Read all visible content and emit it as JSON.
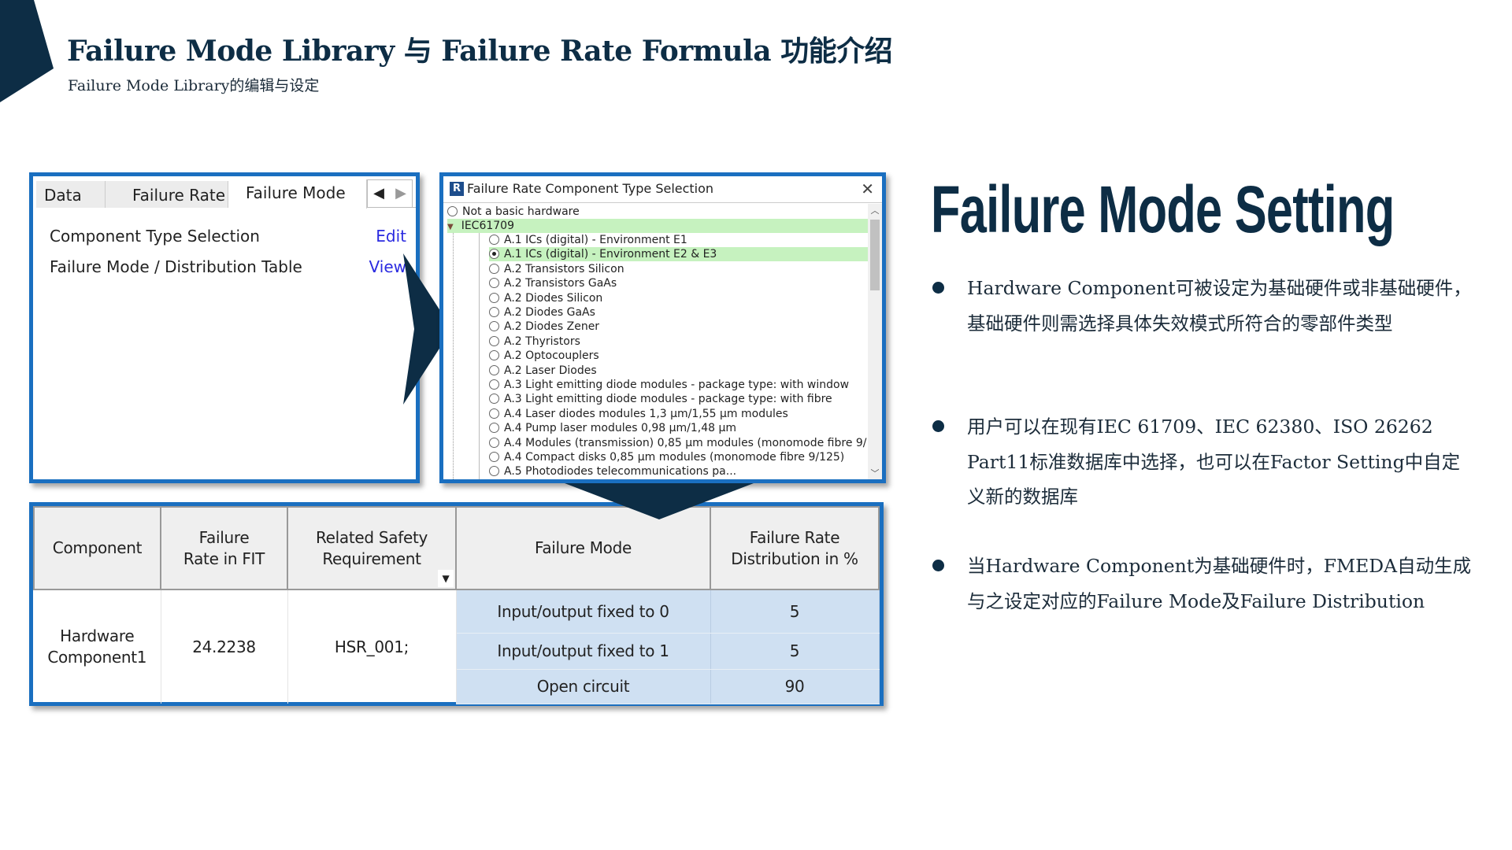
{
  "header": {
    "title": "Failure Mode Library 与 Failure Rate Formula 功能介绍",
    "subtitle": "Failure Mode Library的编辑与设定"
  },
  "left_panel": {
    "tabs": [
      {
        "label": "Data"
      },
      {
        "label": "Failure Rate"
      },
      {
        "label": "Failure Mode",
        "active": true
      }
    ],
    "rows": [
      {
        "label": "Component Type Selection",
        "action": "Edit"
      },
      {
        "label": "Failure Mode / Distribution Table",
        "action": "View"
      }
    ]
  },
  "dialog": {
    "title": "Failure Rate Component Type Selection",
    "logo": "R",
    "root_item": "Not a basic hardware",
    "group": "IEC61709",
    "items": [
      {
        "label": "A.1 ICs (digital) - Environment E1"
      },
      {
        "label": "A.1 ICs (digital) - Environment E2 & E3",
        "selected": true
      },
      {
        "label": "A.2 Transistors Silicon"
      },
      {
        "label": "A.2 Transistors GaAs"
      },
      {
        "label": "A.2 Diodes Silicon"
      },
      {
        "label": "A.2 Diodes GaAs"
      },
      {
        "label": "A.2 Diodes Zener"
      },
      {
        "label": "A.2 Thyristors"
      },
      {
        "label": "A.2 Optocouplers"
      },
      {
        "label": "A.2 Laser Diodes"
      },
      {
        "label": "A.3 Light emitting diode modules - package type: with window"
      },
      {
        "label": "A.3 Light emitting diode modules - package type: with fibre"
      },
      {
        "label": "A.4 Laser diodes modules 1,3 µm/1,55 µm modules"
      },
      {
        "label": "A.4 Pump laser modules 0,98 µm/1,48 µm"
      },
      {
        "label": "A.4 Modules (transmission)  0,85 µm modules (monomode fibre 9/..."
      },
      {
        "label": "A.4 Compact disks 0,85 µm modules (monomode fibre 9/125)"
      },
      {
        "label": "A.5 Photodiodes                                        telecommunications pa..."
      }
    ]
  },
  "table": {
    "headers": [
      "Component",
      "Failure\nRate in FIT",
      "Related Safety\nRequirement",
      "Failure Mode",
      "Failure Rate\nDistribution in %"
    ],
    "component": "Hardware\nComponent1",
    "failure_rate": "24.2238",
    "requirement": "HSR_001;",
    "modes": [
      {
        "mode": "Input/output fixed to 0",
        "pct": "5"
      },
      {
        "mode": "Input/output fixed to 1",
        "pct": "5"
      },
      {
        "mode": "Open circuit",
        "pct": "90"
      }
    ]
  },
  "right": {
    "heading": "Failure Mode Setting",
    "bullets": [
      "Hardware Component可被设定为基础硬件或非基础硬件，基础硬件则需选择具体失效模式所符合的零部件类型",
      "用户可以在现有IEC 61709、IEC 62380、ISO 26262 Part11标准数据库中选择，也可以在Factor Setting中自定义新的数据库",
      "当Hardware Component为基础硬件时，FMEDA自动生成与之设定对应的Failure Mode及Failure Distribution"
    ]
  },
  "colors": {
    "navy": "#0d2d45",
    "panel_border": "#1a6fc0",
    "selection_green": "#c6f2bf",
    "cell_blue": "#cfe0f2",
    "link": "#2a2ae0"
  }
}
